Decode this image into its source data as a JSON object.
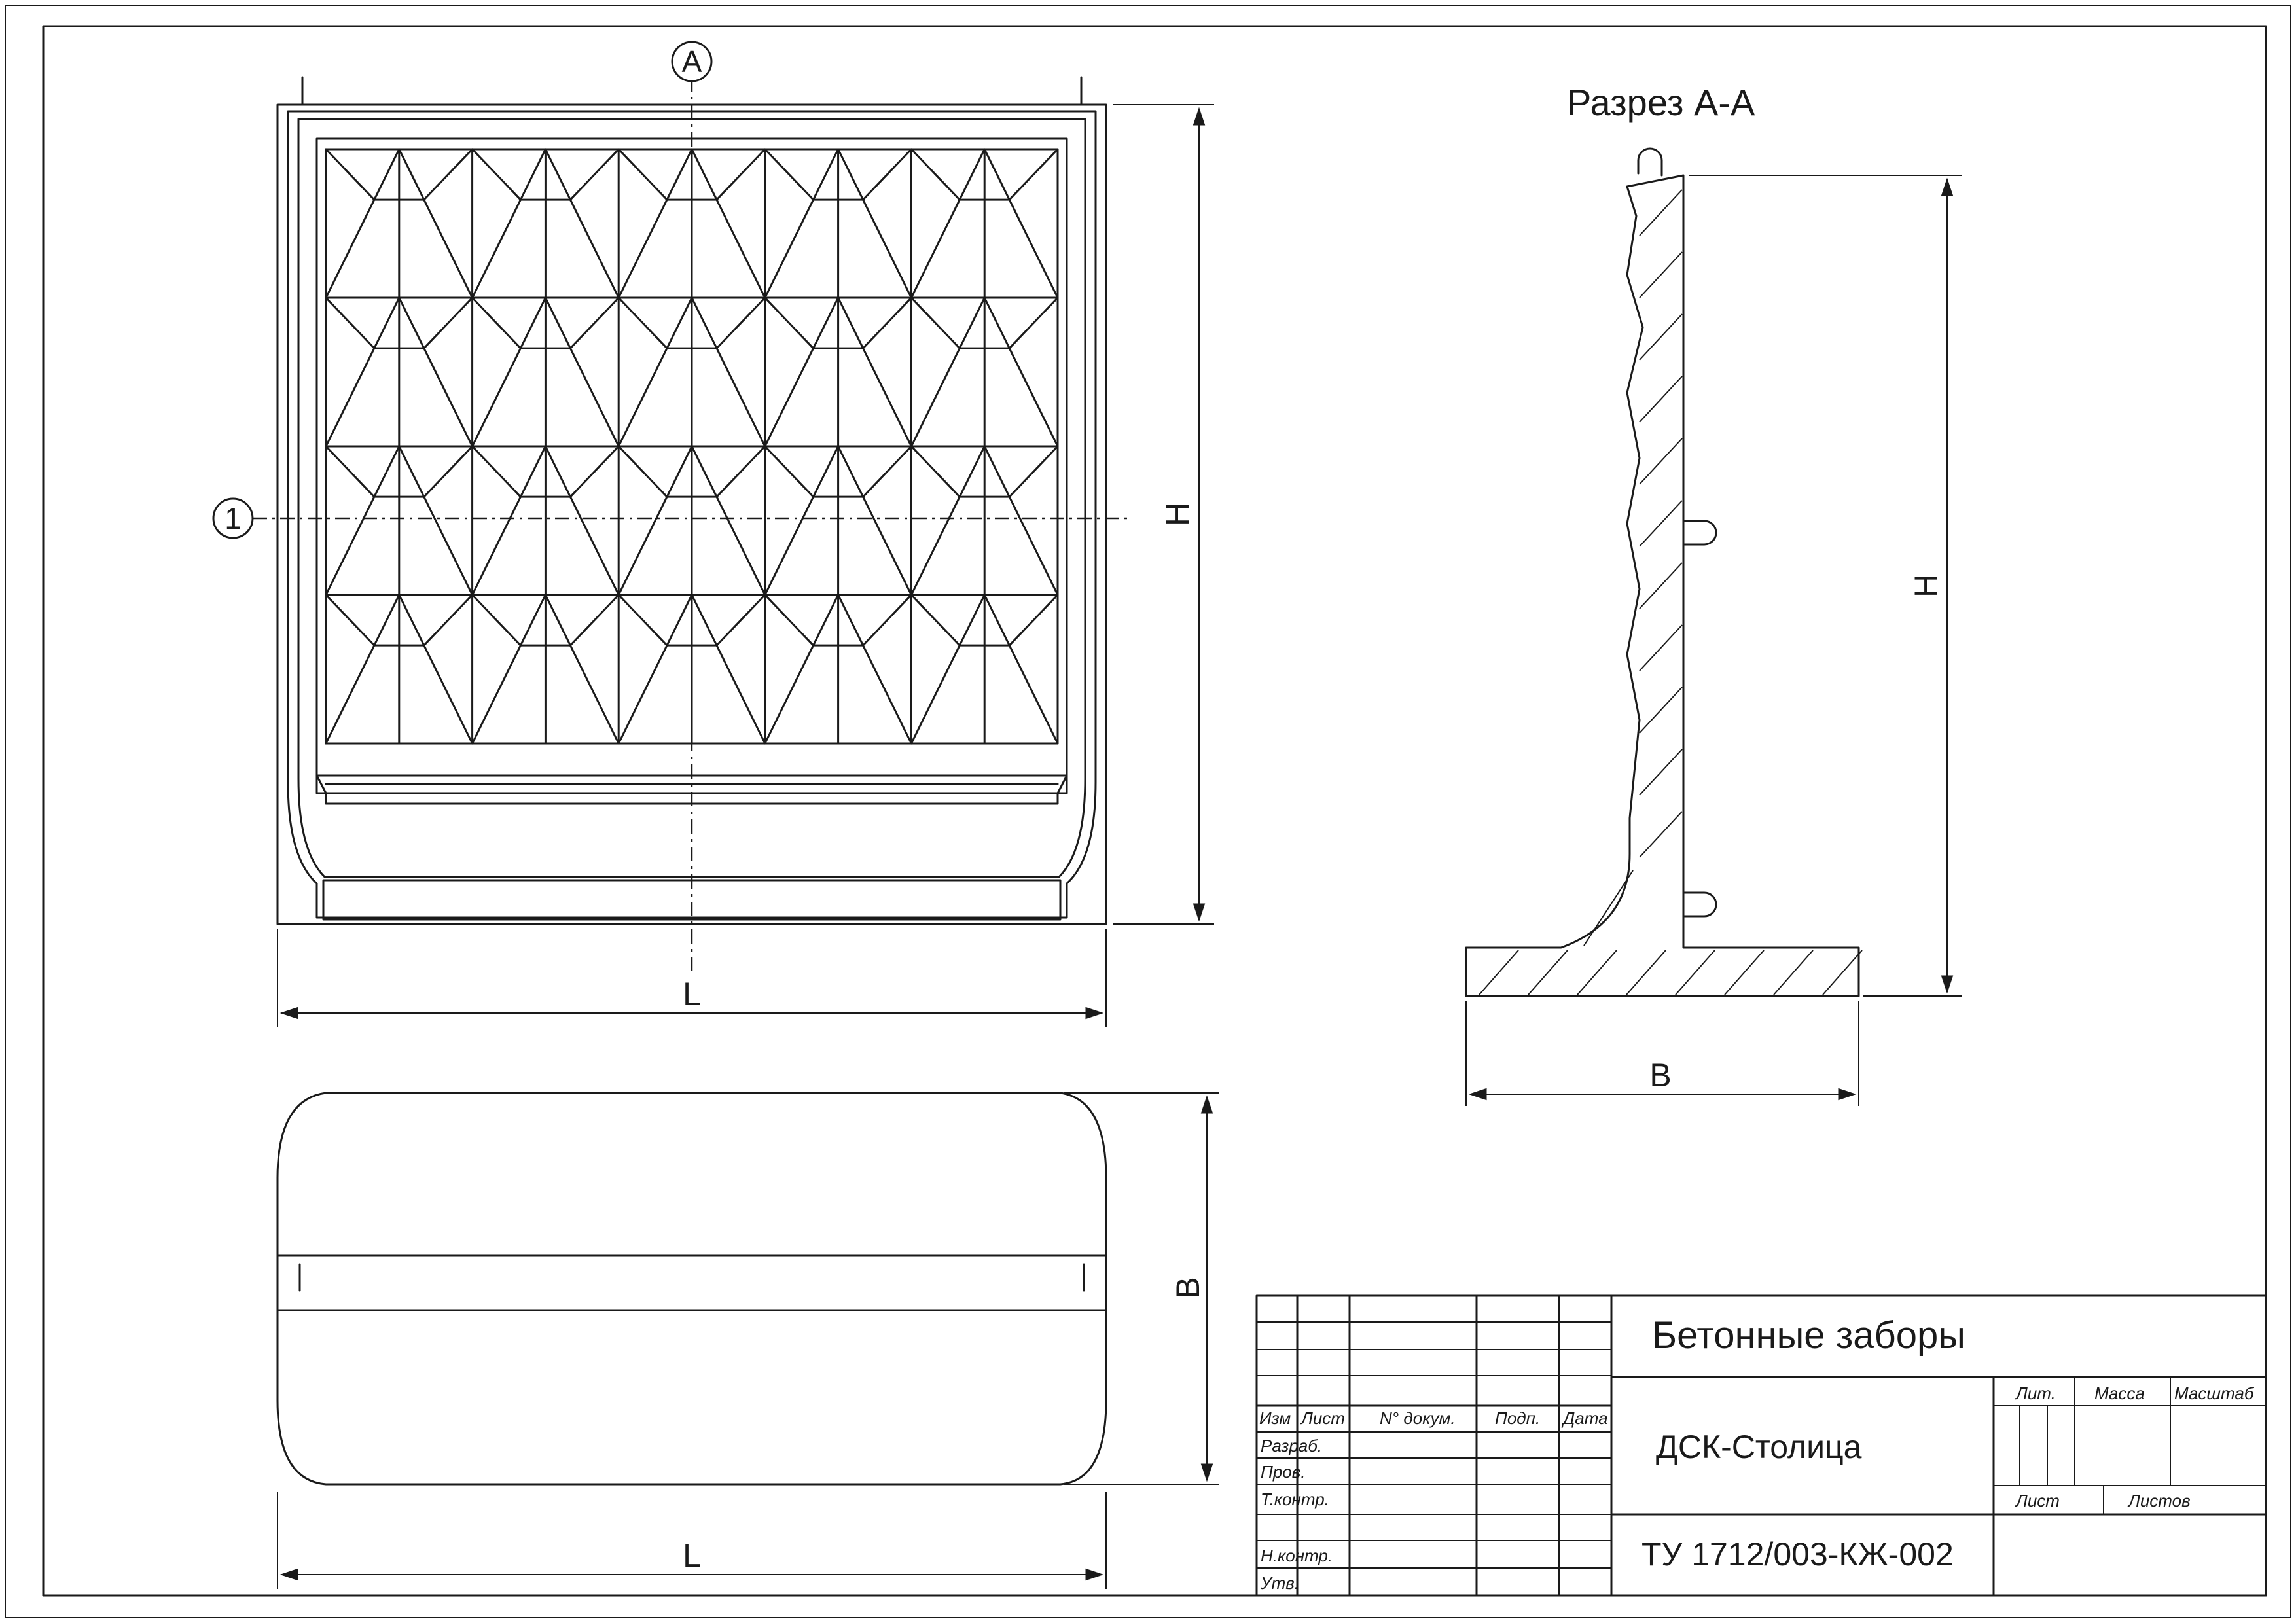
{
  "front_view": {
    "axis_a_label": "A",
    "axis_1_label": "1",
    "dim_height": "H",
    "dim_length": "L"
  },
  "section": {
    "title": "Разрез А-А",
    "dim_height": "H",
    "dim_width": "B"
  },
  "plan_view": {
    "dim_width": "B",
    "dim_length": "L"
  },
  "title_block": {
    "product_name": "Бетонные заборы",
    "organization": "ДСК-Столица",
    "document_code": "ТУ 1712/003-КЖ-002",
    "col_izm": "Изм",
    "col_list": "Лист",
    "col_doc_no": "N° докум.",
    "col_sign": "Подп.",
    "col_date": "Дата",
    "row_razrab": "Разраб.",
    "row_prov": "Пров.",
    "row_tkontr": "Т.контр.",
    "row_nkontr": "Н.контр.",
    "row_utv": "Утв.",
    "lit_label": "Лит.",
    "mass_label": "Масса",
    "scale_label": "Масштаб",
    "sheet_label": "Лист",
    "sheets_label": "Листов"
  }
}
